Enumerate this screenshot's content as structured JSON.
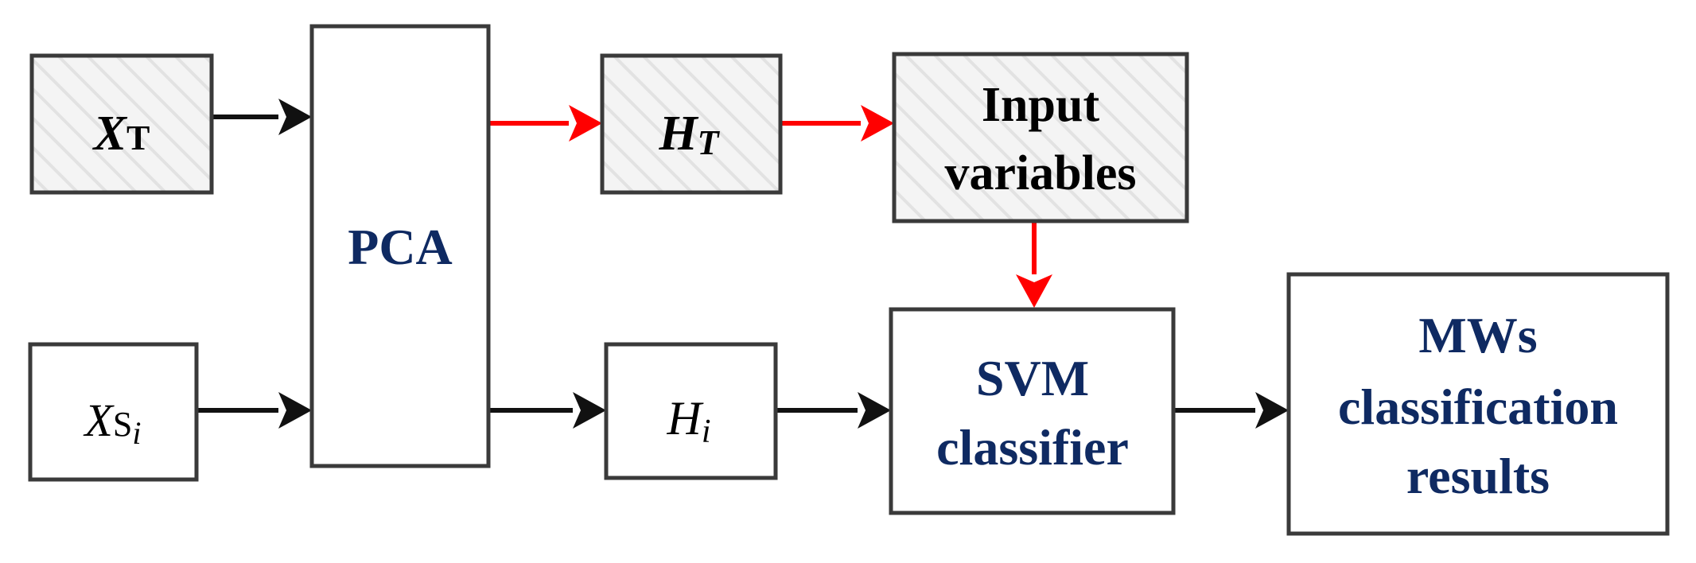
{
  "diagram": {
    "colors": {
      "box_stroke": "#3a3a3a",
      "arrow_black": "#111111",
      "arrow_red": "#ff0000",
      "label_blue": "#0f2a62",
      "hatch_fill": "#f2f2f2"
    },
    "nodes": {
      "xt": {
        "main": "X",
        "sub": "T"
      },
      "xs": {
        "main": "X",
        "sub1": "S",
        "sub2": "i"
      },
      "pca": {
        "label": "PCA"
      },
      "ht": {
        "main": "H",
        "sub": "T"
      },
      "hi": {
        "main": "H",
        "sub": "i"
      },
      "input_vars": {
        "line1": "Input",
        "line2": "variables"
      },
      "svm": {
        "line1": "SVM",
        "line2": "classifier"
      },
      "result": {
        "line1": "MWs",
        "line2": "classification",
        "line3": "results"
      }
    },
    "edges": [
      {
        "from": "xt",
        "to": "pca",
        "color": "black"
      },
      {
        "from": "xs",
        "to": "pca",
        "color": "black"
      },
      {
        "from": "pca",
        "to": "ht",
        "color": "red"
      },
      {
        "from": "ht",
        "to": "input_vars",
        "color": "red"
      },
      {
        "from": "pca",
        "to": "hi",
        "color": "black"
      },
      {
        "from": "input_vars",
        "to": "svm",
        "color": "red"
      },
      {
        "from": "hi",
        "to": "svm",
        "color": "black"
      },
      {
        "from": "svm",
        "to": "result",
        "color": "black"
      }
    ]
  }
}
